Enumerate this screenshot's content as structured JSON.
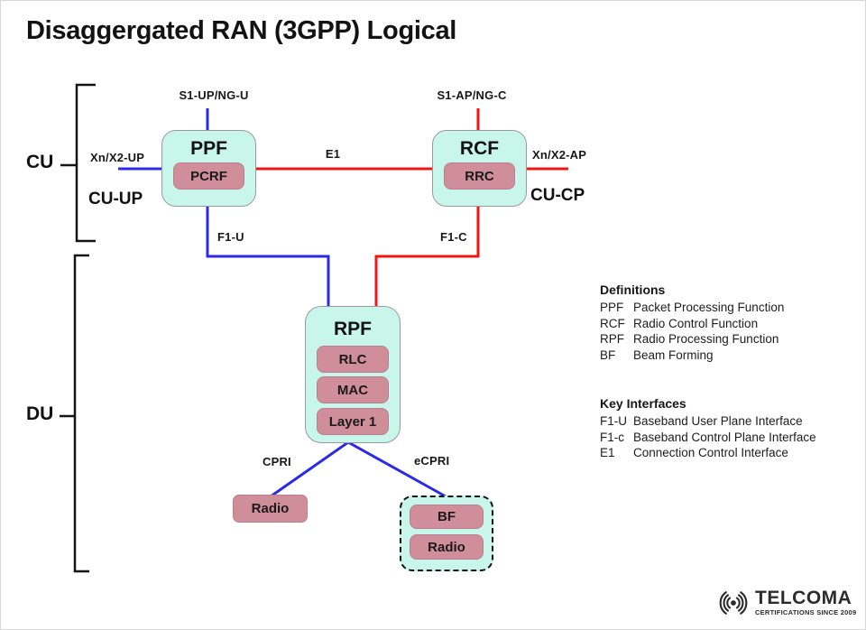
{
  "title": "Disaggergated RAN (3GPP) Logical",
  "groups": {
    "cu": "CU",
    "du": "DU",
    "cu_up": "CU-UP",
    "cu_cp": "CU-CP"
  },
  "interfaces": {
    "s1_up": "S1-UP/NG-U",
    "s1_ap": "S1-AP/NG-C",
    "xn_up": "Xn/X2-UP",
    "xn_ap": "Xn/X2-AP",
    "e1": "E1",
    "f1_u": "F1-U",
    "f1_c": "F1-C",
    "cpri": "CPRI",
    "ecpri": "eCPRI"
  },
  "nodes": {
    "ppf": {
      "title": "PPF",
      "sub": "PCRF"
    },
    "rcf": {
      "title": "RCF",
      "sub": "RRC"
    },
    "rpf": {
      "title": "RPF",
      "subs": [
        "RLC",
        "MAC",
        "Layer 1"
      ]
    },
    "radio": {
      "label": "Radio"
    },
    "beamforming": {
      "subs": [
        "BF",
        "Radio"
      ]
    }
  },
  "definitions": {
    "heading": "Definitions",
    "items": [
      {
        "abbr": "PPF",
        "text": "Packet Processing Function"
      },
      {
        "abbr": "RCF",
        "text": "Radio Control Function"
      },
      {
        "abbr": "RPF",
        "text": "Radio Processing Function"
      },
      {
        "abbr": "BF",
        "text": "Beam Forming"
      }
    ]
  },
  "key_interfaces": {
    "heading": "Key Interfaces",
    "items": [
      {
        "abbr": "F1-U",
        "text": "Baseband User Plane Interface"
      },
      {
        "abbr": "F1-c",
        "text": "Baseband Control Plane Interface"
      },
      {
        "abbr": "E1",
        "text": "Connection Control Interface"
      }
    ]
  },
  "logo": {
    "brand": "TELCOMA",
    "tagline": "CERTIFICATIONS SINCE 2009"
  },
  "colors": {
    "node_fill": "#c9f6eb",
    "module_fill": "#d08e9a",
    "user_plane_blue": "#2a2ae8",
    "control_plane_red": "#f21414"
  }
}
